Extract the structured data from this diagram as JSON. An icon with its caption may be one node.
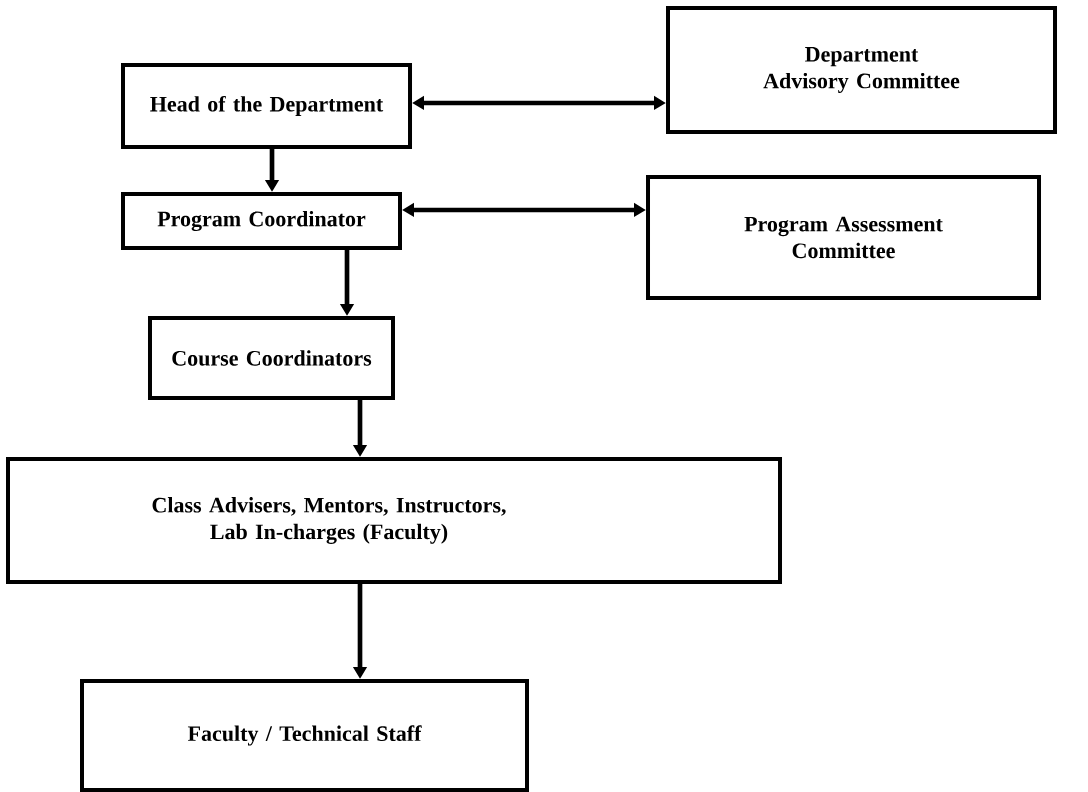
{
  "diagram": {
    "nodes": [
      {
        "text": [
          "Head of the Department"
        ]
      },
      {
        "text": [
          "Department Advisory Committee"
        ]
      },
      {
        "text": [
          "Program Coordinator"
        ]
      },
      {
        "text": [
          "Program Assessment Committee"
        ]
      },
      {
        "text": [
          "Course Coordinators"
        ]
      },
      {
        "text": [
          "Class Advisers, Mentors, Instructors, Lab In-charges (Faculty)"
        ]
      },
      {
        "text": [
          "Faculty / Technical Staff"
        ]
      }
    ],
    "edges": [
      {
        "from": 0,
        "to": 1,
        "arrow": "both"
      },
      {
        "from": 2,
        "to": 3,
        "arrow": "both"
      },
      {
        "from": 0,
        "to": 2,
        "arrow": "to"
      },
      {
        "from": 2,
        "to": 4,
        "arrow": "to"
      },
      {
        "from": 4,
        "to": 5,
        "arrow": "to"
      },
      {
        "from": 5,
        "to": 6,
        "arrow": "to"
      }
    ]
  }
}
